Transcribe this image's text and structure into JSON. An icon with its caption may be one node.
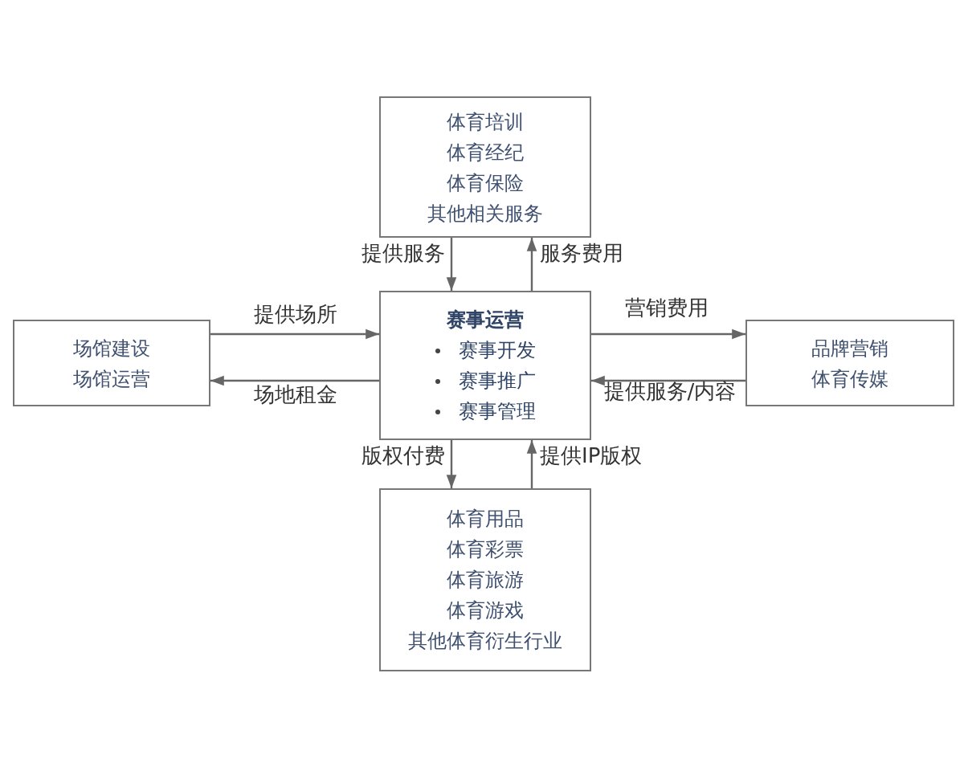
{
  "diagram": {
    "nodes": [
      {
        "text": [
          "体育培训",
          "体育经纪",
          "体育保险",
          "其他相关服务"
        ]
      },
      {
        "text": [
          "赛事运营",
          "赛事开发",
          "赛事推广",
          "赛事管理"
        ]
      },
      {
        "text": [
          "场馆建设",
          "场馆运营"
        ]
      },
      {
        "text": [
          "品牌营销",
          "体育传媒"
        ]
      },
      {
        "text": [
          "体育用品",
          "体育彩票",
          "体育旅游",
          "体育游戏",
          "其他体育衍生行业"
        ]
      }
    ],
    "edges": [
      {
        "from": 0,
        "to": 1,
        "arrow": "to",
        "label": "提供服务"
      },
      {
        "from": 1,
        "to": 0,
        "arrow": "to",
        "label": "服务费用"
      },
      {
        "from": 2,
        "to": 1,
        "arrow": "to",
        "label": "提供场所"
      },
      {
        "from": 1,
        "to": 2,
        "arrow": "to",
        "label": "场地租金"
      },
      {
        "from": 1,
        "to": 3,
        "arrow": "to",
        "label": "营销费用"
      },
      {
        "from": 3,
        "to": 1,
        "arrow": "to",
        "label": "提供服务/内容"
      },
      {
        "from": 1,
        "to": 4,
        "arrow": "to",
        "label": "版权付费"
      },
      {
        "from": 4,
        "to": 1,
        "arrow": "to",
        "label": "提供IP版权"
      }
    ]
  }
}
